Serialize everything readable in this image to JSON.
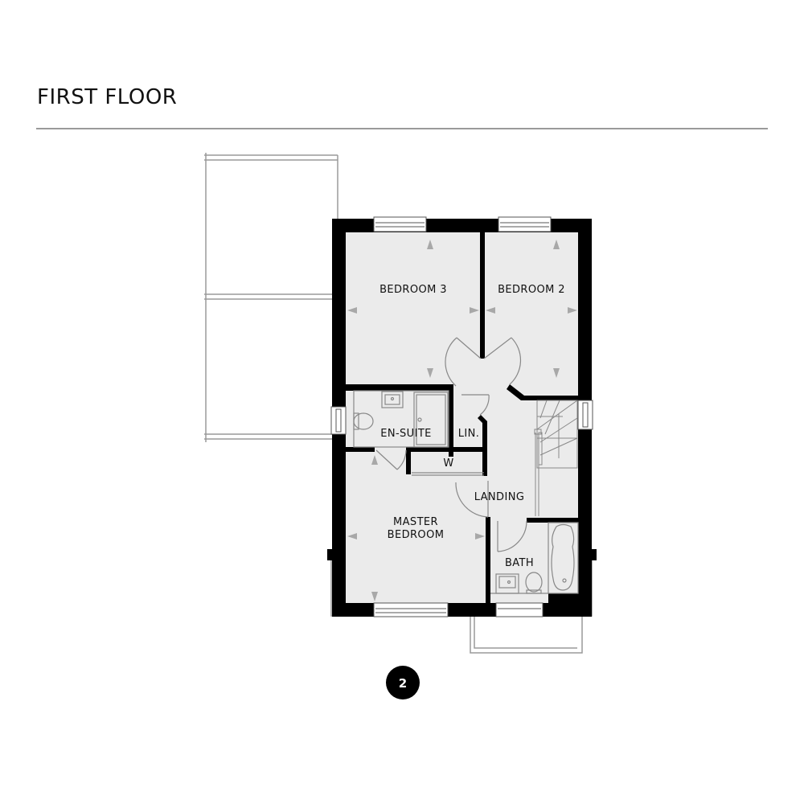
{
  "header": {
    "title": "FIRST FLOOR"
  },
  "plan": {
    "colors": {
      "wall": "#000000",
      "floor": "#ebebeb",
      "fixture_line": "#8a8a8a",
      "arrow": "#a8a8a8",
      "roof_line": "#9a9a9a"
    },
    "rooms": [
      {
        "id": "bedroom-3",
        "label": "BEDROOM 3"
      },
      {
        "id": "bedroom-2",
        "label": "BEDROOM 2"
      },
      {
        "id": "en-suite",
        "label": "EN-SUITE"
      },
      {
        "id": "linen",
        "label": "LIN."
      },
      {
        "id": "wardrobe",
        "label": "W"
      },
      {
        "id": "landing",
        "label": "LANDING"
      },
      {
        "id": "master-bedroom",
        "label_line1": "MASTER",
        "label_line2": "BEDROOM"
      },
      {
        "id": "bath",
        "label": "BATH"
      }
    ]
  },
  "plot_badge": {
    "number": "2"
  }
}
